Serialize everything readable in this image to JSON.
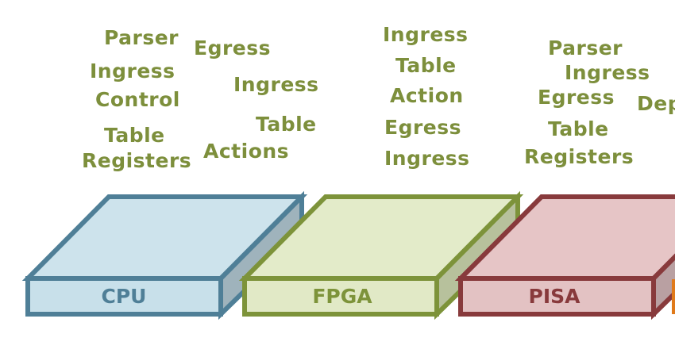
{
  "platforms": [
    {
      "name": "CPU",
      "colors": {
        "stroke": "#4f7f97",
        "top": "#cde3ec",
        "front": "#c8e0ea",
        "side": "#9fb3bc",
        "label": "#4f7f97"
      },
      "words": [
        "Parser",
        "Egress",
        "Ingress",
        "Control",
        "Ingress",
        "Table",
        "Table",
        "Registers",
        "Actions"
      ]
    },
    {
      "name": "FPGA",
      "colors": {
        "stroke": "#7d933a",
        "top": "#e3ebc9",
        "front": "#e1e9c6",
        "side": "#b7c19c",
        "label": "#7d933a"
      },
      "words": [
        "Ingress",
        "Table",
        "Action",
        "Egress",
        "Ingress"
      ]
    },
    {
      "name": "PISA",
      "colors": {
        "stroke": "#883a3c",
        "top": "#e6c5c6",
        "front": "#e3c2c3",
        "side": "#b9a0a2",
        "label": "#883a3c"
      },
      "words": [
        "Parser",
        "Ingress",
        "Egress",
        "Table",
        "Registers",
        "Dep"
      ]
    }
  ],
  "partial_next_box": {
    "stroke": "#e07a1a"
  },
  "word_color": "#7d8f3c"
}
